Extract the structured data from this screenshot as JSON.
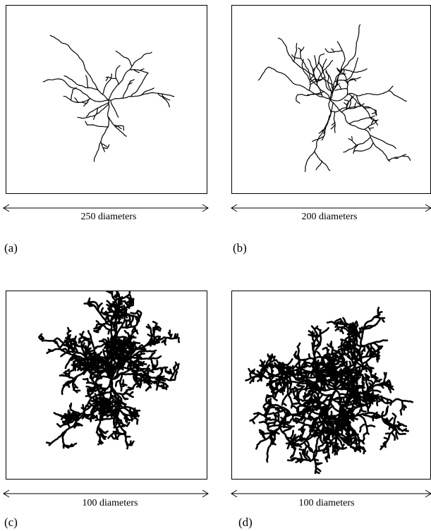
{
  "figure": {
    "panels": [
      {
        "letter": "(a)",
        "scale_label": "250 diameters",
        "density": "sparse",
        "arms": 5
      },
      {
        "letter": "(b)",
        "scale_label": "200 diameters",
        "density": "sparse",
        "arms": 7
      },
      {
        "letter": "(c)",
        "scale_label": "100 diameters",
        "density": "dense",
        "arms": 8
      },
      {
        "letter": "(d)",
        "scale_label": "100 diameters",
        "density": "dense",
        "arms": 9
      }
    ]
  }
}
